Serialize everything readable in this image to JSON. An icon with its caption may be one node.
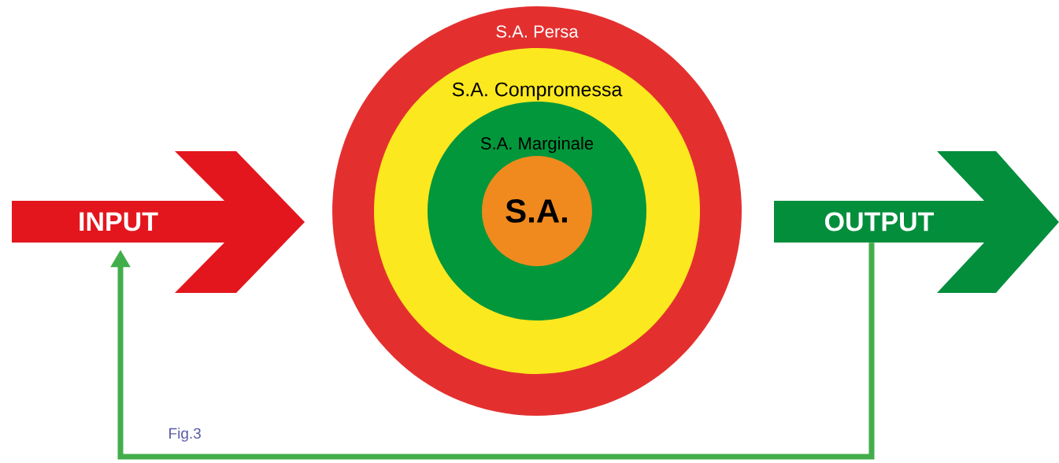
{
  "diagram": {
    "nodes": [
      {
        "text": [
          "INPUT"
        ]
      },
      {
        "text": [
          "S.A. Persa"
        ]
      },
      {
        "text": [
          "S.A. Compromessa"
        ],
        "in": 1
      },
      {
        "text": [
          "S.A. Marginale"
        ],
        "in": 2
      },
      {
        "text": [
          "S.A."
        ],
        "in": 3
      },
      {
        "text": [
          "OUTPUT"
        ]
      }
    ],
    "edges": [
      {
        "from": 5,
        "to": 0,
        "arrow": "to"
      }
    ],
    "labels": [
      "Fig.3"
    ]
  }
}
